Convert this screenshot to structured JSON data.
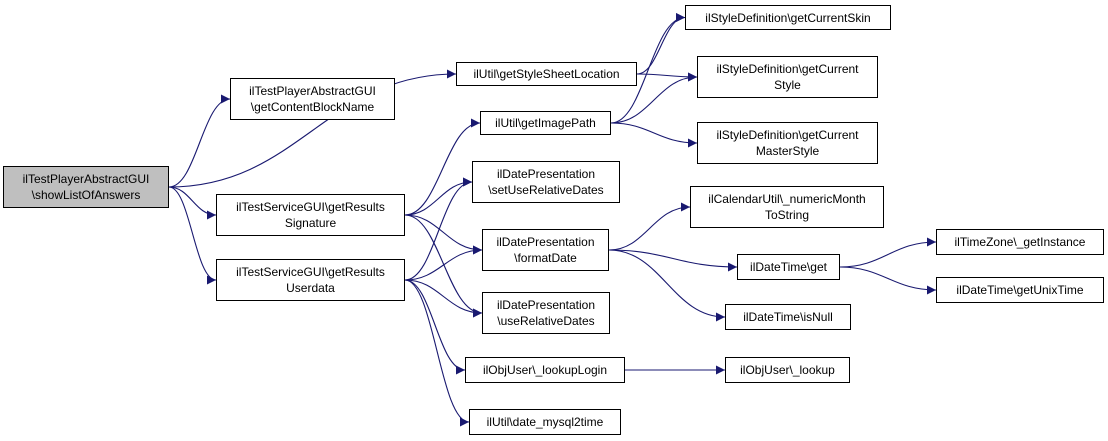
{
  "diagram": {
    "edge_color": "#191970",
    "root_fill": "#bfbfbf",
    "nodes": {
      "root": [
        "ilTestPlayerAbstractGUI",
        "\\showListOfAnswers"
      ],
      "getContentBlockName": [
        "ilTestPlayerAbstractGUI",
        "\\getContentBlockName"
      ],
      "getStyleSheetLocation": [
        "ilUtil\\getStyleSheetLocation"
      ],
      "getImagePath": [
        "ilUtil\\getImagePath"
      ],
      "getResultsSignature": [
        "ilTestServiceGUI\\getResults",
        "Signature"
      ],
      "getResultsUserdata": [
        "ilTestServiceGUI\\getResults",
        "Userdata"
      ],
      "setUseRelativeDates": [
        "ilDatePresentation",
        "\\setUseRelativeDates"
      ],
      "formatDate": [
        "ilDatePresentation",
        "\\formatDate"
      ],
      "useRelativeDates": [
        "ilDatePresentation",
        "\\useRelativeDates"
      ],
      "lookupLogin": [
        "ilObjUser\\_lookupLogin"
      ],
      "date_mysql2time": [
        "ilUtil\\date_mysql2time"
      ],
      "getCurrentSkin": [
        "ilStyleDefinition\\getCurrentSkin"
      ],
      "getCurrentStyle": [
        "ilStyleDefinition\\getCurrent",
        "Style"
      ],
      "getCurrentMasterStyle": [
        "ilStyleDefinition\\getCurrent",
        "MasterStyle"
      ],
      "numericMonthToString": [
        "ilCalendarUtil\\_numericMonth",
        "ToString"
      ],
      "dateTimeGet": [
        "ilDateTime\\get"
      ],
      "isNull": [
        "ilDateTime\\isNull"
      ],
      "lookup": [
        "ilObjUser\\_lookup"
      ],
      "getInstance": [
        "ilTimeZone\\_getInstance"
      ],
      "getUnixTime": [
        "ilDateTime\\getUnixTime"
      ]
    },
    "edges": [
      [
        "root",
        "getContentBlockName"
      ],
      [
        "root",
        "getStyleSheetLocation"
      ],
      [
        "root",
        "getResultsSignature"
      ],
      [
        "root",
        "getResultsUserdata"
      ],
      [
        "getStyleSheetLocation",
        "getCurrentSkin"
      ],
      [
        "getStyleSheetLocation",
        "getCurrentStyle"
      ],
      [
        "getImagePath",
        "getCurrentSkin"
      ],
      [
        "getImagePath",
        "getCurrentStyle"
      ],
      [
        "getImagePath",
        "getCurrentMasterStyle"
      ],
      [
        "getResultsSignature",
        "getImagePath"
      ],
      [
        "getResultsSignature",
        "setUseRelativeDates"
      ],
      [
        "getResultsSignature",
        "formatDate"
      ],
      [
        "getResultsSignature",
        "useRelativeDates"
      ],
      [
        "getResultsUserdata",
        "setUseRelativeDates"
      ],
      [
        "getResultsUserdata",
        "formatDate"
      ],
      [
        "getResultsUserdata",
        "useRelativeDates"
      ],
      [
        "getResultsUserdata",
        "lookupLogin"
      ],
      [
        "getResultsUserdata",
        "date_mysql2time"
      ],
      [
        "formatDate",
        "numericMonthToString"
      ],
      [
        "formatDate",
        "dateTimeGet"
      ],
      [
        "formatDate",
        "isNull"
      ],
      [
        "dateTimeGet",
        "getInstance"
      ],
      [
        "dateTimeGet",
        "getUnixTime"
      ],
      [
        "lookupLogin",
        "lookup"
      ]
    ]
  }
}
